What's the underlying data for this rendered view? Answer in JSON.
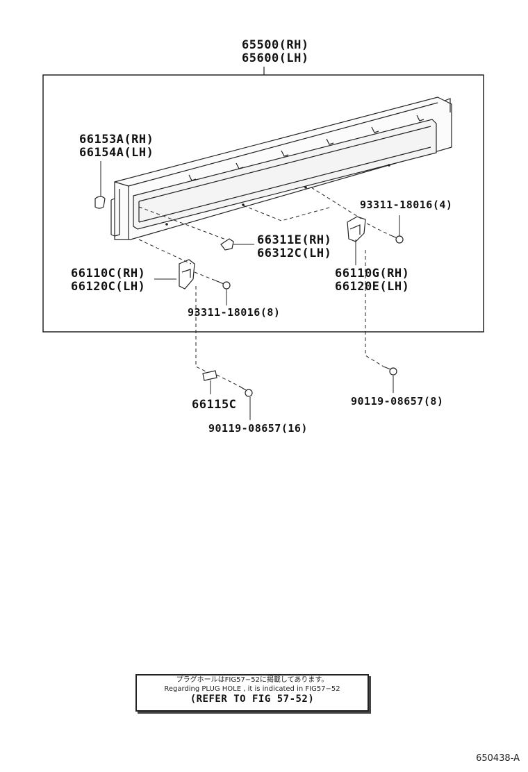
{
  "labels": {
    "panel": [
      "65500(RH)",
      "65600(LH)"
    ],
    "hook": [
      "66153A(RH)",
      "66154A(LH)"
    ],
    "clip_small": [
      "66311E(RH)",
      "66312C(LH)"
    ],
    "bracket_left": [
      "66110C(RH)",
      "66120C(LH)"
    ],
    "bracket_right": [
      "66110G(RH)",
      "66120E(LH)"
    ],
    "screw_right": "93311-18016(4)",
    "screw_left": "93311-18016(8)",
    "plate": "66115C",
    "bolt_left": "90119-08657(16)",
    "bolt_right": "90119-08657(8)"
  },
  "note": {
    "japanese": "プラグホールはFIG57−52に掲載してあります。",
    "english": "Regarding PLUG HOLE , it is indicated in FIG57−52",
    "refer": "(REFER TO FIG 57-52)"
  },
  "figure_id": "650438-A"
}
